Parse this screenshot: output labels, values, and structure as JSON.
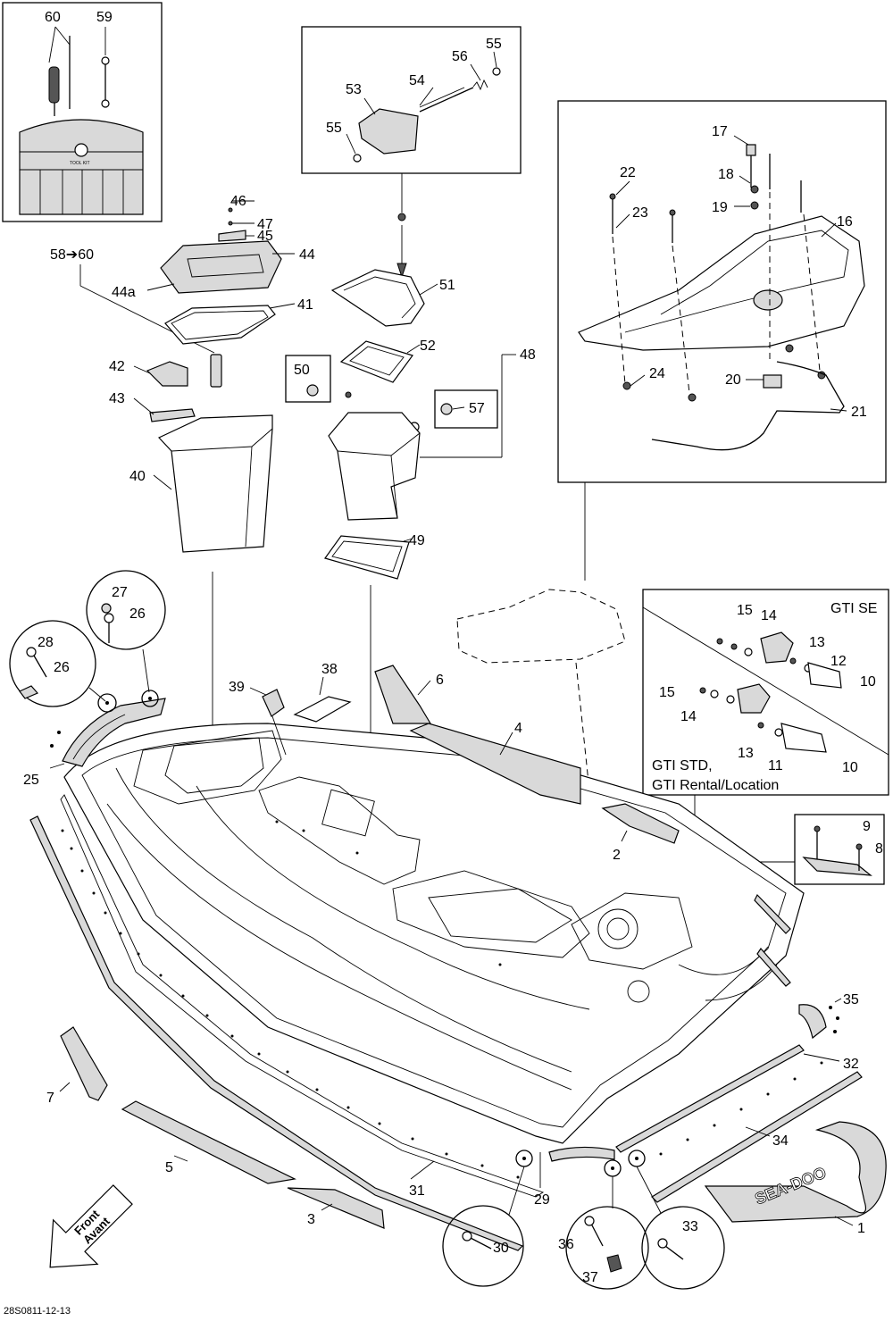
{
  "labels": {
    "l1": "1",
    "l2": "2",
    "l3": "3",
    "l4": "4",
    "l5": "5",
    "l6": "6",
    "l7": "7",
    "l8": "8",
    "l9": "9",
    "l10a": "10",
    "l10b": "10",
    "l11": "11",
    "l12": "12",
    "l13a": "13",
    "l13b": "13",
    "l14a": "14",
    "l14b": "14",
    "l15a": "15",
    "l15b": "15",
    "l16": "16",
    "l17": "17",
    "l18": "18",
    "l19": "19",
    "l20": "20",
    "l21": "21",
    "l22": "22",
    "l23": "23",
    "l24": "24",
    "l25": "25",
    "l26a": "26",
    "l26b": "26",
    "l27": "27",
    "l28": "28",
    "l29": "29",
    "l30": "30",
    "l31": "31",
    "l32": "32",
    "l33": "33",
    "l34": "34",
    "l35": "35",
    "l36": "36",
    "l37": "37",
    "l38": "38",
    "l39": "39",
    "l40": "40",
    "l41": "41",
    "l42": "42",
    "l43": "43",
    "l44": "44",
    "l44a": "44a",
    "l45": "45",
    "l46": "46",
    "l47": "47",
    "l48": "48",
    "l49": "49",
    "l50": "50",
    "l51": "51",
    "l52": "52",
    "l53": "53",
    "l54": "54",
    "l55a": "55",
    "l55b": "55",
    "l56": "56",
    "l57": "57",
    "l59": "59",
    "l60": "60",
    "l5860": "58➔60"
  },
  "gti_se_title": "GTI SE",
  "gti_std_line1": "GTI STD,",
  "gti_std_line2": "GTI Rental/Location",
  "front_label": "Front",
  "avant_label": "Avant",
  "drawing_number": "28S0811-12-13",
  "kit_logo_text": "TOOL KIT",
  "logo_text": "SEA-DOO"
}
